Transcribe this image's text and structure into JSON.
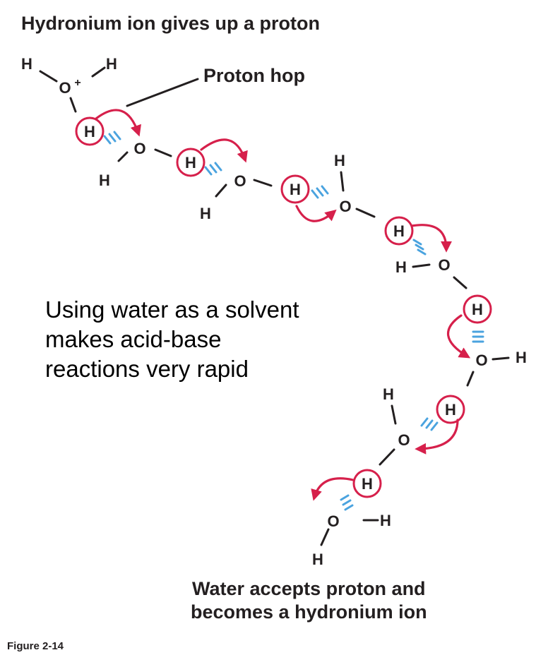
{
  "diagram": {
    "title": "Hydronium ion gives up a proton",
    "callout_label": "Proton hop",
    "body_text": "Using water as a solvent\nmakes acid-base\nreactions very rapid",
    "bottom_caption": "Water accepts proton and\nbecomes a hydronium ion",
    "figure_label": "Figure 2-14",
    "atom_labels": {
      "hydrogen": "H",
      "oxygen": "O",
      "hydronium_oxygen": "O",
      "charge": "+"
    },
    "colors": {
      "arrow": "#d6204b",
      "hydrogen_bond": "#4aa3df",
      "circle": "#d6204b",
      "text": "#231f20"
    }
  }
}
